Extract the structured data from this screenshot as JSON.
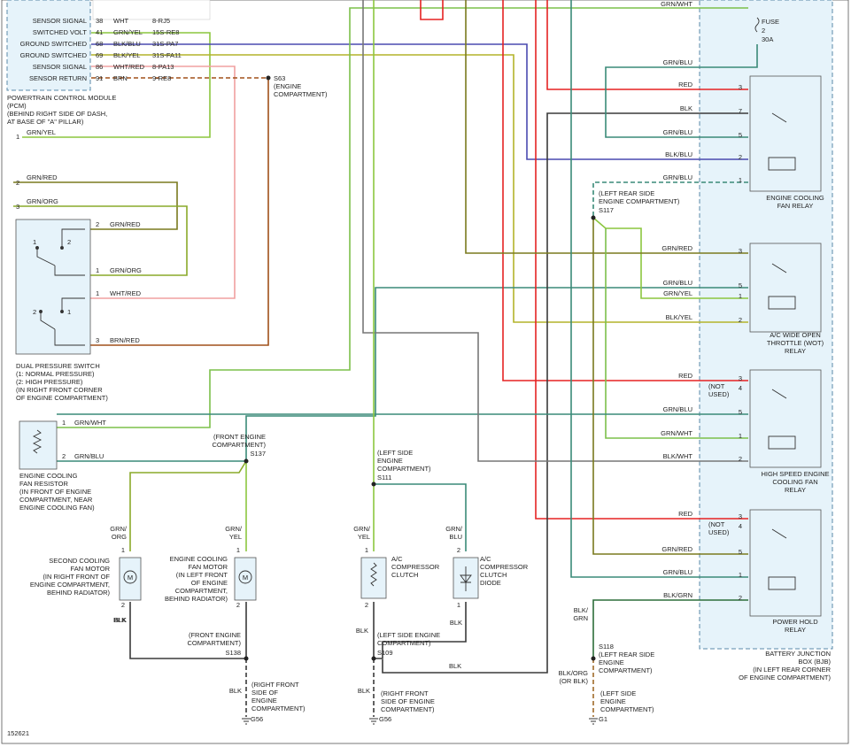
{
  "pcm": {
    "rows": [
      {
        "label": "SENSOR SIGNAL",
        "pin": "38",
        "color": "WHT",
        "circuit": "8-RJ5"
      },
      {
        "label": "SWITCHED VOLT",
        "pin": "41",
        "color": "GRN/YEL",
        "circuit": "15S-RE8"
      },
      {
        "label": "GROUND SWITCHED",
        "pin": "68",
        "color": "BLK/BLU",
        "circuit": "31S-PA7"
      },
      {
        "label": "GROUND SWITCHED",
        "pin": "69",
        "color": "BLK/YEL",
        "circuit": "31S-FA11"
      },
      {
        "label": "SENSOR SIGNAL",
        "pin": "86",
        "color": "WHT/RED",
        "circuit": "8-PA13"
      },
      {
        "label": "SENSOR RETURN",
        "pin": "91",
        "color": "BRN",
        "circuit": "9-RE8"
      }
    ],
    "name": [
      "POWERTRAIN CONTROL MODULE",
      "(PCM)",
      "(BEHIND RIGHT SIDE OF DASH,",
      "AT BASE OF \"A\" PILLAR)"
    ]
  },
  "splices": {
    "s63": [
      "S63",
      "(ENGINE",
      "COMPARTMENT)"
    ],
    "s117": [
      "(LEFT REAR SIDE",
      "ENGINE COMPARTMENT)",
      "S117"
    ],
    "s137": [
      "(FRONT ENGINE",
      "COMPARTMENT)",
      "S137"
    ],
    "s111": [
      "(LEFT SIDE",
      "ENGINE",
      "COMPARTMENT)",
      "S111"
    ],
    "s138": [
      "(FRONT ENGINE",
      "COMPARTMENT)",
      "S138"
    ],
    "s109": [
      "(LEFT SIDE ENGINE",
      "COMPARTMENT)",
      "S109"
    ],
    "s118": [
      "S118",
      "(LEFT REAR SIDE",
      "ENGINE",
      "COMPARTMENT)"
    ]
  },
  "grounds": {
    "g56a": [
      "(RIGHT FRONT",
      "SIDE OF",
      "ENGINE",
      "COMPARTMENT)"
    ],
    "g56a_id": "G56",
    "g56b": [
      "(RIGHT FRONT",
      "SIDE OF ENGINE",
      "COMPARTMENT)"
    ],
    "g56b_id": "G56",
    "g1": [
      "(LEFT SIDE",
      "ENGINE",
      "COMPARTMENT)"
    ],
    "g1_id": "G1"
  },
  "dual_switch": {
    "name": [
      "DUAL PRESSURE SWITCH",
      "(1: NORMAL PRESSURE)",
      "(2: HIGH PRESSURE)",
      "(IN RIGHT FRONT CORNER",
      "OF ENGINE COMPARTMENT)"
    ],
    "wires": [
      {
        "pin": "2",
        "color": "GRN/RED"
      },
      {
        "pin": "1",
        "color": "GRN/ORG"
      },
      {
        "pin": "1",
        "color": "WHT/RED"
      },
      {
        "pin": "3",
        "color": "BRN/RED"
      }
    ],
    "left_wires": [
      {
        "pin": "2",
        "color": "GRN/RED"
      },
      {
        "pin": "3",
        "color": "GRN/ORG"
      }
    ],
    "pcm_wire": {
      "pin": "1",
      "color": "GRN/YEL"
    },
    "contacts": {
      "a1": "1",
      "a2": "2",
      "b2": "2",
      "b1": "1"
    }
  },
  "resistor": {
    "name": [
      "ENGINE COOLING",
      "FAN RESISTOR",
      "(IN FRONT OF ENGINE",
      "COMPARTMENT, NEAR",
      "ENGINE COOLING FAN)"
    ],
    "wires": [
      {
        "pin": "1",
        "color": "GRN/WHT"
      },
      {
        "pin": "2",
        "color": "GRN/BLU"
      }
    ]
  },
  "motors": {
    "second": {
      "name": [
        "SECOND COOLING",
        "FAN MOTOR",
        "(IN RIGHT FRONT OF",
        "ENGINE COMPARTMENT,",
        "BEHIND RADIATOR)"
      ],
      "top": [
        "GRN/",
        "ORG"
      ],
      "pin_top": "1",
      "pin_bot": "2",
      "bot": "BLK",
      "symbol": "M"
    },
    "first": {
      "name": [
        "ENGINE COOLING",
        "FAN MOTOR",
        "(IN LEFT FRONT",
        "OF ENGINE",
        "COMPARTMENT,",
        "BEHIND RADIATOR)"
      ],
      "top": [
        "GRN/",
        "YEL"
      ],
      "pin_top": "1",
      "pin_bot": "2",
      "bot": "BLK",
      "symbol": "M"
    }
  },
  "clutch": {
    "name": [
      "A/C",
      "COMPRESSOR",
      "CLUTCH"
    ],
    "top": [
      "GRN/",
      "YEL"
    ],
    "pin_top": "1",
    "pin_bot": "2",
    "bot": "BLK",
    "diode_name": [
      "A/C",
      "COMPRESSOR",
      "CLUTCH",
      "DIODE"
    ],
    "diode_top": [
      "GRN/",
      "BLU"
    ],
    "diode_pin_top": "2",
    "diode_pin_bot": "1",
    "diode_bot": "BLK",
    "return": "BLK"
  },
  "bjb": {
    "name": [
      "BATTERY JUNCTION",
      "BOX (BJB)",
      "(IN LEFT REAR CORNER",
      "OF ENGINE COMPARTMENT)"
    ],
    "fuse": [
      "FUSE",
      "2",
      "30A"
    ],
    "top_wire": "GRN/WHT",
    "fuse_wire": "GRN/BLU",
    "relays": [
      {
        "name": [
          "ENGINE COOLING",
          "FAN RELAY"
        ],
        "wires": [
          {
            "pin": "3",
            "color": "RED"
          },
          {
            "pin": "7",
            "color": "BLK"
          },
          {
            "pin": "5",
            "color": "GRN/BLU"
          },
          {
            "pin": "2",
            "color": "BLK/BLU"
          },
          {
            "pin": "1",
            "color": "GRN/BLU"
          }
        ]
      },
      {
        "name": [
          "A/C WIDE OPEN",
          "THROTTLE (WOT)",
          "RELAY"
        ],
        "wires": [
          {
            "pin": "3",
            "color": "GRN/RED"
          },
          {
            "pin": "5",
            "color": "GRN/BLU"
          },
          {
            "pin": "1",
            "color": "GRN/YEL"
          },
          {
            "pin": "2",
            "color": "BLK/YEL"
          }
        ]
      },
      {
        "name": [
          "HIGH SPEED ENGINE",
          "COOLING FAN",
          "RELAY"
        ],
        "notused": [
          "(NOT",
          "USED)"
        ],
        "pin4": "4",
        "wires": [
          {
            "pin": "3",
            "color": "RED"
          },
          {
            "pin": "5",
            "color": "GRN/BLU"
          },
          {
            "pin": "1",
            "color": "GRN/WHT"
          },
          {
            "pin": "2",
            "color": "BLK/WHT"
          }
        ]
      },
      {
        "name": [
          "POWER HOLD",
          "RELAY"
        ],
        "notused": [
          "(NOT",
          "USED)"
        ],
        "pin4": "4",
        "wires": [
          {
            "pin": "3",
            "color": "RED"
          },
          {
            "pin": "5",
            "color": "GRN/RED"
          },
          {
            "pin": "1",
            "color": "GRN/BLU"
          },
          {
            "pin": "2",
            "color": "BLK/GRN"
          }
        ]
      }
    ]
  },
  "s118_wires": {
    "upper": [
      "BLK/",
      "GRN"
    ],
    "lower": [
      "BLK/ORG",
      "(OR BLK)"
    ]
  },
  "blk_labels": {
    "s138": "BLK",
    "s109": "BLK"
  },
  "figure_id": "152621",
  "colors": {
    "red": "#e52222",
    "grnwht": "#7cc04a",
    "grnblu": "#3a8a78",
    "blk": "#3a3a3a",
    "blkblu": "#4a4ab0",
    "grnyel": "#8cc63f",
    "blkyel": "#b4b42a",
    "whtred": "#f0a0a0",
    "brn": "#a0501a",
    "grnred": "#7a7a1e",
    "grnorg": "#8aaa2a",
    "wht": "#999",
    "blkgrn": "#2d6e3a",
    "blkwht": "#777",
    "blkorg": "#a06a2a"
  }
}
